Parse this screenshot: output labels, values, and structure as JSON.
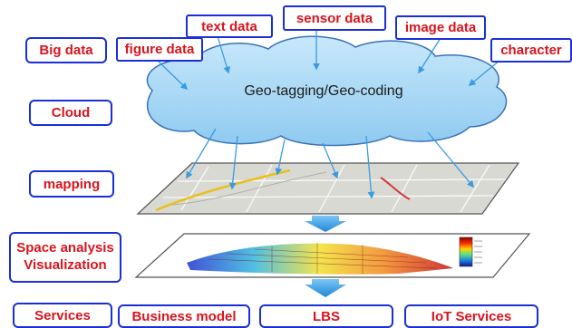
{
  "cloud": {
    "label": "Geo-tagging/Geo-coding"
  },
  "data_sources": {
    "text": "text data",
    "sensor": "sensor data",
    "image": "image data",
    "figure": "figure data",
    "character": "character"
  },
  "layers": {
    "big_data": "Big data",
    "cloud": "Cloud",
    "mapping": "mapping",
    "space_analysis_line1": "Space analysis",
    "space_analysis_line2": "Visualization",
    "services": "Services"
  },
  "services": {
    "business_model": "Business model",
    "lbs": "LBS",
    "iot": "IoT Services"
  },
  "colors": {
    "label_text": "#d9141e",
    "label_border": "#1a2fd6",
    "cloud_fill": "#a9d8f5",
    "cloud_stroke": "#3a73b8",
    "arrow": "#3a9be0",
    "flow_arrow": "#2c98e6"
  }
}
